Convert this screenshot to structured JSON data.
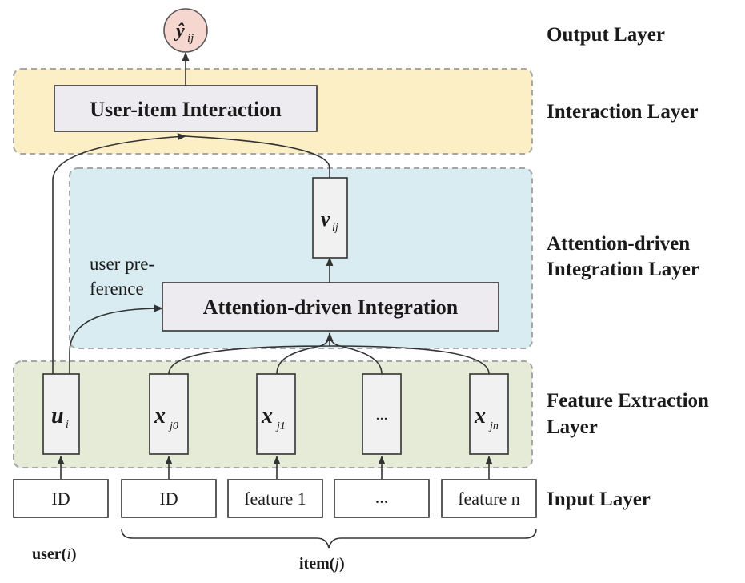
{
  "layers": {
    "output": "Output Layer",
    "interaction": "Interaction Layer",
    "attention_line1": "Attention-driven",
    "attention_line2": "Integration Layer",
    "feature_line1": "Feature Extraction",
    "feature_line2": "Layer",
    "input": "Input Layer"
  },
  "output_node": {
    "symbol": "ŷ",
    "subscript": "ij"
  },
  "interaction_box": "User-item Interaction",
  "attention_box": "Attention-driven Integration",
  "v_node": {
    "symbol": "v",
    "subscript": "ij"
  },
  "user_preference": {
    "line1": "user pre-",
    "line2": "ference"
  },
  "feature_nodes": [
    {
      "symbol": "u",
      "subscript": "i"
    },
    {
      "symbol": "x",
      "subscript": "j0"
    },
    {
      "symbol": "x",
      "subscript": "j1"
    },
    {
      "symbol": "...",
      "subscript": ""
    },
    {
      "symbol": "x",
      "subscript": "jn"
    }
  ],
  "inputs": [
    "ID",
    "ID",
    "feature 1",
    "...",
    "feature n"
  ],
  "groups": {
    "user_prefix": "user(",
    "user_var": "i",
    "user_suffix": ")",
    "item_prefix": "item(",
    "item_var": "j",
    "item_suffix": ")"
  },
  "colors": {
    "interaction_band": "#fcefc6",
    "attention_band": "#d9ecf1",
    "feature_band": "#e6ebd7",
    "output_node": "#f6d7cf",
    "box_fill": "#eeebf0",
    "node_fill": "#f1f1f1",
    "dash_border": "#a6a6a6",
    "line": "#333333"
  }
}
